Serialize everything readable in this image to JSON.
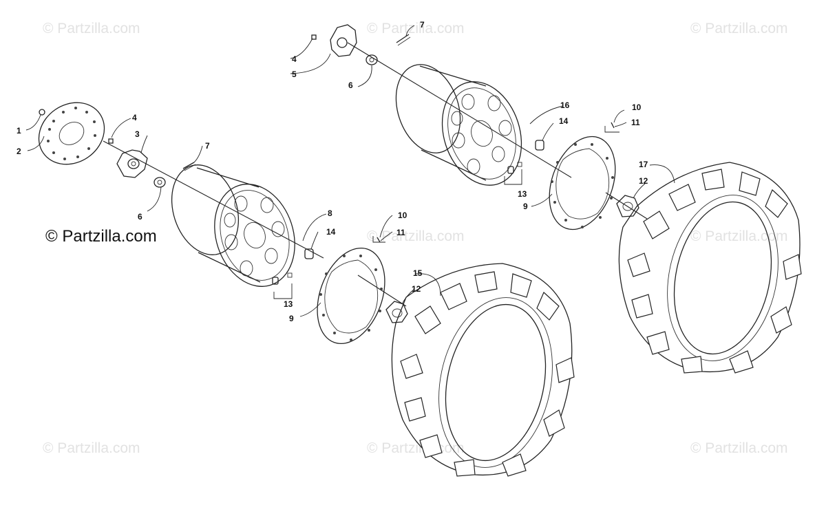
{
  "watermarks": {
    "small": "© Partzilla.com",
    "main": "© Partzilla.com"
  },
  "callouts": {
    "c1": "1",
    "c2": "2",
    "c3": "3",
    "c4a": "4",
    "c4b": "4",
    "c5": "5",
    "c6a": "6",
    "c6b": "6",
    "c7a": "7",
    "c7b": "7",
    "c8": "8",
    "c9a": "9",
    "c9b": "9",
    "c10a": "10",
    "c10b": "10",
    "c11a": "11",
    "c11b": "11",
    "c12a": "12",
    "c12b": "12",
    "c13a": "13",
    "c13b": "13",
    "c14a": "14",
    "c14b": "14",
    "c15": "15",
    "c16": "16",
    "c17": "17"
  },
  "colors": {
    "line": "#222222",
    "watermark": "#e2e2e2",
    "background": "#ffffff"
  }
}
